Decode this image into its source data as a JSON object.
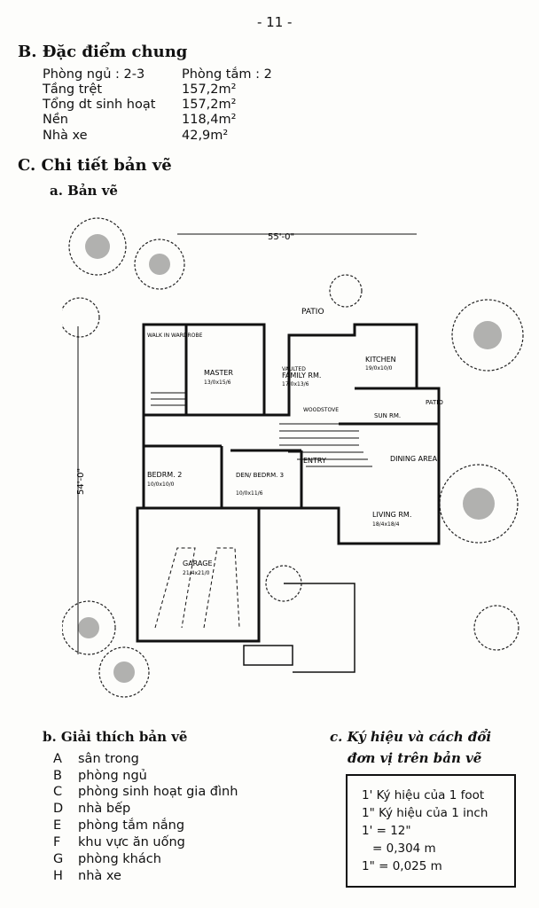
{
  "page_number": "- 11 -",
  "section_b": {
    "title": "B. Đặc điểm chung",
    "specs": [
      {
        "label": "Phòng ngủ : 2-3",
        "value": "Phòng tắm : 2"
      },
      {
        "label": "Tầng trệt",
        "value": "157,2m²"
      },
      {
        "label": "Tổng dt sinh hoạt",
        "value": "157,2m²"
      },
      {
        "label": "Nền",
        "value": "118,4m²"
      },
      {
        "label": "Nhà xe",
        "value": "42,9m²"
      }
    ]
  },
  "section_c": {
    "title": "C. Chi tiết bản vẽ",
    "sub_a": "a. Bản vẽ"
  },
  "plan": {
    "width_dim": "55'-0\"",
    "depth_dim": "54'-0\"",
    "rooms": [
      {
        "name": "PATIO",
        "size": ""
      },
      {
        "name": "MASTER",
        "size": "13/0x15/6"
      },
      {
        "name": "FAMILY RM.",
        "size": "17/0x13/6"
      },
      {
        "name": "KITCHEN",
        "size": "19/0x10/0"
      },
      {
        "name": "SUN RM.",
        "size": ""
      },
      {
        "name": "PATIO",
        "size": ""
      },
      {
        "name": "WOODSTOVE",
        "size": ""
      },
      {
        "name": "ENTRY",
        "size": ""
      },
      {
        "name": "DINING AREA",
        "size": ""
      },
      {
        "name": "BEDRM. 2",
        "size": "10/0x10/0"
      },
      {
        "name": "DEN/ BEDRM. 3",
        "size": "10/0x11/6"
      },
      {
        "name": "LIVING RM.",
        "size": "18/4x18/4"
      },
      {
        "name": "GARAGE",
        "size": "21/4x21/0"
      }
    ],
    "vaulted_label": "VAULTED",
    "walkin_label": "WALK IN WARDROBE"
  },
  "legend": {
    "title": "b. Giải thích bản vẽ",
    "items": [
      {
        "letter": "A",
        "text": "sân trong"
      },
      {
        "letter": "B",
        "text": "phòng ngủ"
      },
      {
        "letter": "C",
        "text": "phòng sinh hoạt gia đình"
      },
      {
        "letter": "D",
        "text": "nhà bếp"
      },
      {
        "letter": "E",
        "text": "phòng tắm nắng"
      },
      {
        "letter": "F",
        "text": "khu vực ăn uống"
      },
      {
        "letter": "G",
        "text": "phòng khách"
      },
      {
        "letter": "H",
        "text": "nhà xe"
      }
    ]
  },
  "conversion": {
    "title_line1": "c. Ký hiệu và cách đổi",
    "title_line2": "đơn vị trên bản vẽ",
    "lines": [
      "1' Ký hiệu của 1 foot",
      "1\" Ký hiệu của 1 inch",
      "1' = 12\"",
      "= 0,304 m",
      "1\" = 0,025 m"
    ]
  }
}
